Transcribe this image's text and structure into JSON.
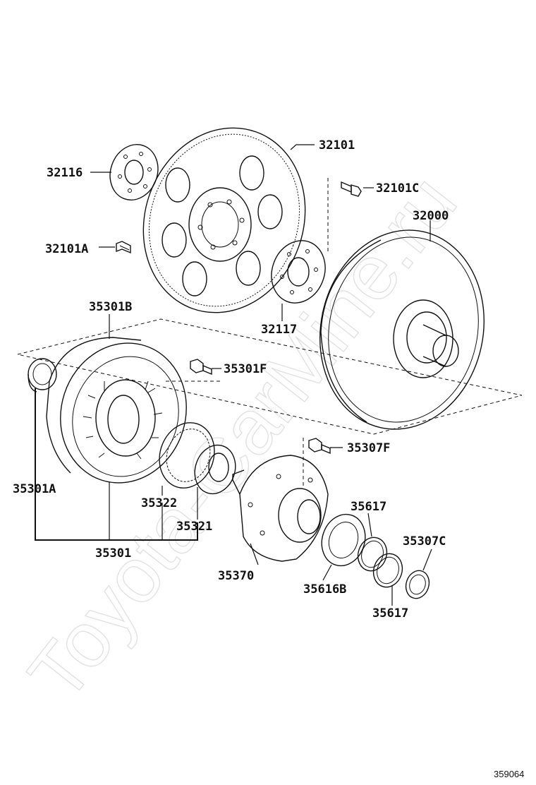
{
  "watermark": "Toyota-CarMine.ru",
  "diagram_id": "359064",
  "labels": {
    "p32101": "32101",
    "p32116": "32116",
    "p32101C": "32101C",
    "p32000": "32000",
    "p32101A": "32101A",
    "p32117": "32117",
    "p35301B": "35301B",
    "p35301F": "35301F",
    "p35307F": "35307F",
    "p35301A": "35301A",
    "p35322": "35322",
    "p35321": "35321",
    "p35617a": "35617",
    "p35307C": "35307C",
    "p35301": "35301",
    "p35370": "35370",
    "p35616B": "35616B",
    "p35617b": "35617"
  }
}
